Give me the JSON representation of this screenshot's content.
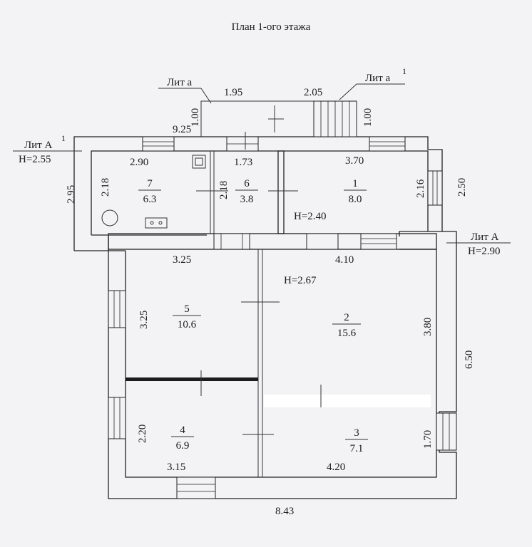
{
  "title": "План 1-ого этажа",
  "lit_labels": {
    "lit_a": "Лит а",
    "lit_a1": "Лит а",
    "lit_a1_sup": "1",
    "lit_A1": "Лит А",
    "lit_A1_sup": "1",
    "lit_A1_height": "H=2.55",
    "lit_A": "Лит А",
    "lit_A_height": "H=2.90"
  },
  "heights": {
    "h_240": "H=2.40",
    "h_267": "H=2.67"
  },
  "rooms": [
    {
      "number": "7",
      "area": "6.3"
    },
    {
      "number": "6",
      "area": "3.8"
    },
    {
      "number": "1",
      "area": "8.0"
    },
    {
      "number": "5",
      "area": "10.6"
    },
    {
      "number": "2",
      "area": "15.6"
    },
    {
      "number": "4",
      "area": "6.9"
    },
    {
      "number": "3",
      "area": "7.1"
    }
  ],
  "dimensions": {
    "d_195": "1.95",
    "d_205": "2.05",
    "d_100_left": "1.00",
    "d_100_right": "1.00",
    "d_925": "9.25",
    "d_290": "2.90",
    "d_173": "1.73",
    "d_370": "3.70",
    "d_218_a": "2.18",
    "d_218_b": "2.18",
    "d_216": "2.16",
    "d_250": "2.50",
    "d_295": "2.95",
    "d_325_h": "3.25",
    "d_410": "4.10",
    "d_325_v": "3.25",
    "d_380": "3.80",
    "d_650": "6.50",
    "d_220": "2.20",
    "d_170": "1.70",
    "d_315": "3.15",
    "d_420": "4.20",
    "d_843": "8.43"
  }
}
